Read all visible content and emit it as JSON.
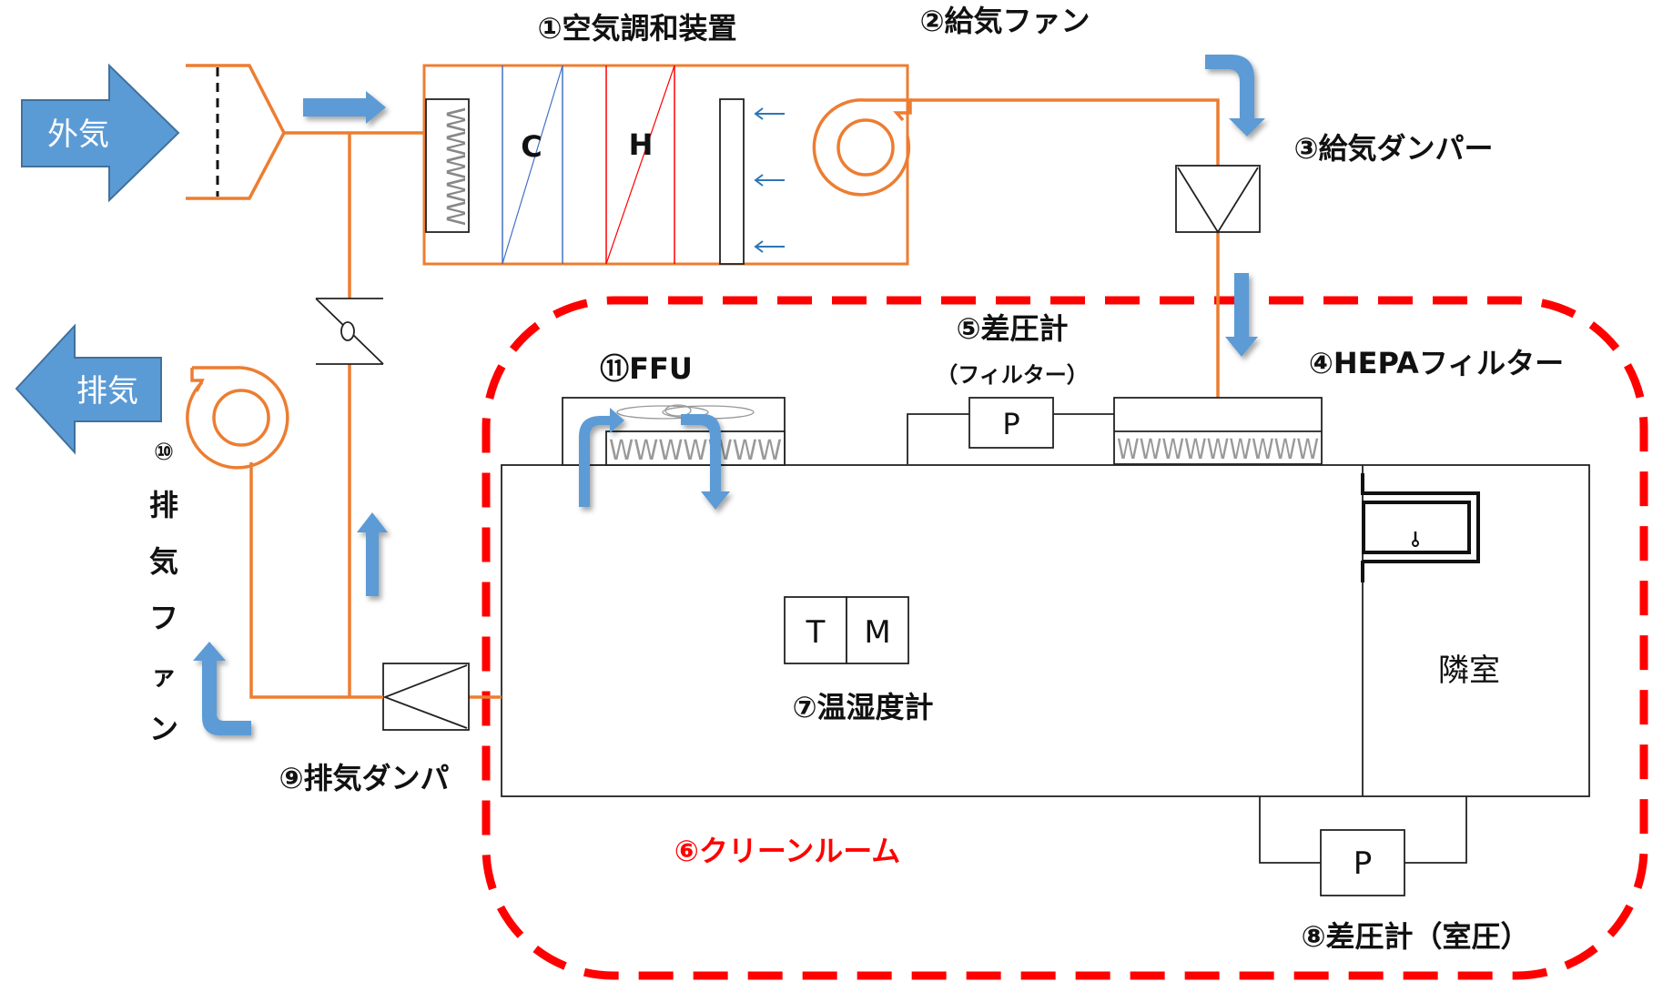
{
  "diagram": {
    "title": "Clean room air-conditioning system",
    "colors": {
      "duct": "#ED7D31",
      "airflow": "#5B9BD5",
      "cleanroom_boundary": "#FF0000",
      "cooling_coil": "#4472C4",
      "heating_coil": "#FF0000",
      "text": "#111111"
    },
    "arrows": {
      "outside_air": "外気",
      "exhaust_air": "排気"
    },
    "components": {
      "ahu": "①空気調和装置",
      "supply_fan": "②給気ファン",
      "supply_damper": "③給気ダンパー",
      "hepa_filter": "④HEPAフィルター",
      "filter_dp_gauge": "⑤差圧計",
      "filter_dp_gauge_sub": "（フィルター）",
      "cleanroom": "⑥クリーンルーム",
      "thermo_hygrometer": "⑦温湿度計",
      "room_dp_gauge": "⑧差圧計（室圧）",
      "exhaust_damper": "⑨排気ダンパ",
      "exhaust_fan_num": "⑩",
      "exhaust_fan_chars": [
        "排",
        "気",
        "フ",
        "ァ",
        "ン"
      ],
      "ffu": "⑪FFU",
      "adjacent_room": "隣室"
    },
    "symbols": {
      "cooling_coil": "C",
      "heating_coil": "H",
      "temperature": "T",
      "humidity": "M",
      "pressure": "P",
      "prefilter_pattern": "WWWWW",
      "hepa_pattern": "WWWWWWWWW",
      "ffu_pattern": "WWWWWWW"
    }
  }
}
